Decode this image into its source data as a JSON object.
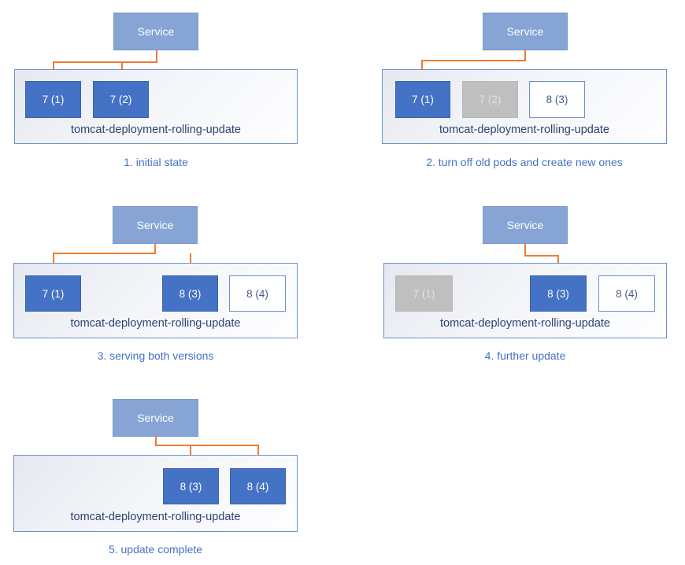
{
  "diagram": {
    "subject": "kubernetes-rolling-update-stages",
    "colors": {
      "service_fill": "#86A4D4",
      "pod_active_fill": "#4472C4",
      "pod_stopped_fill": "#BFBFBF",
      "pod_new_border": "#6D8DCB",
      "arrow": "#ED7D31",
      "caption_text": "#4472C4",
      "deployment_text": "#2F4470"
    },
    "panels": [
      {
        "caption": "1. initial state",
        "service": "Service",
        "deployment": "tomcat-deployment-rolling-update",
        "pods": [
          {
            "label": "7 (1)",
            "state": "active"
          },
          {
            "label": "7 (2)",
            "state": "active"
          }
        ]
      },
      {
        "caption": "2. turn off old pods and create new ones",
        "service": "Service",
        "deployment": "tomcat-deployment-rolling-update",
        "pods": [
          {
            "label": "7 (1)",
            "state": "active"
          },
          {
            "label": "7 (2)",
            "state": "stopped"
          },
          {
            "label": "8 (3)",
            "state": "new"
          }
        ]
      },
      {
        "caption": "3. serving both versions",
        "service": "Service",
        "deployment": "tomcat-deployment-rolling-update",
        "pods": [
          {
            "label": "7 (1)",
            "state": "active"
          },
          {
            "label": "8 (3)",
            "state": "active"
          },
          {
            "label": "8 (4)",
            "state": "new"
          }
        ]
      },
      {
        "caption": "4. further update",
        "service": "Service",
        "deployment": "tomcat-deployment-rolling-update",
        "pods": [
          {
            "label": "7 (1)",
            "state": "stopped"
          },
          {
            "label": "8 (3)",
            "state": "active"
          },
          {
            "label": "8 (4)",
            "state": "new"
          }
        ]
      },
      {
        "caption": "5. update complete",
        "service": "Service",
        "deployment": "tomcat-deployment-rolling-update",
        "pods": [
          {
            "label": "8 (3)",
            "state": "active"
          },
          {
            "label": "8 (4)",
            "state": "active"
          }
        ]
      }
    ]
  }
}
